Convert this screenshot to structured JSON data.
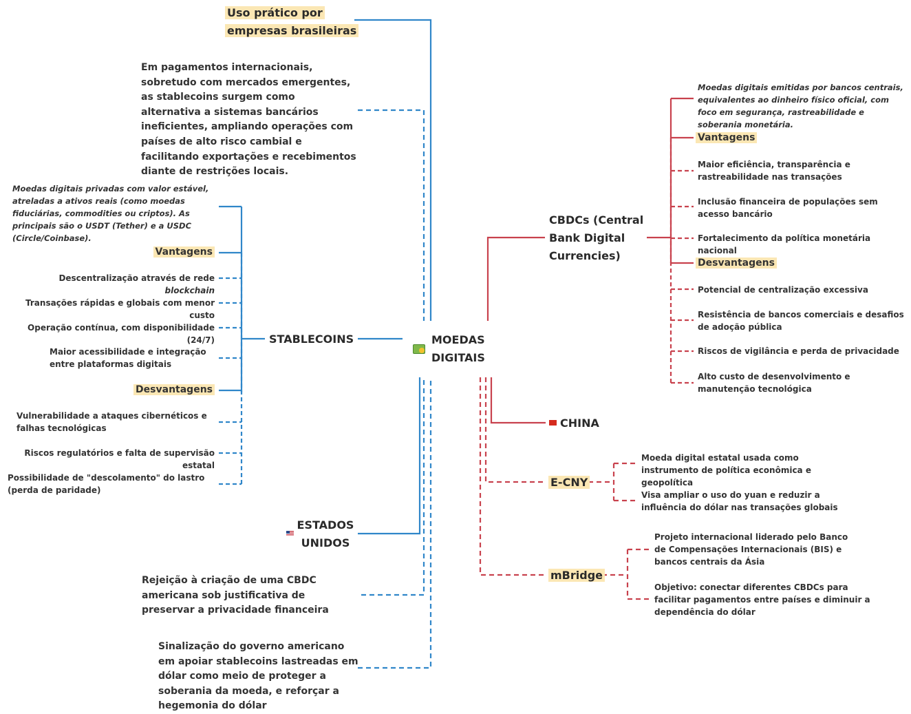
{
  "central": {
    "title_line1": "MOEDAS",
    "title_line2": "DIGITAIS"
  },
  "colors": {
    "blue": "#2f86c9",
    "red": "#c8414d",
    "highlight": "#fbe7b4"
  },
  "top": {
    "heading_line1": "Uso prático por",
    "heading_line2": "empresas brasileiras",
    "paragraph": "Em pagamentos internacionais, sobretudo com mercados emergentes, as stablecoins surgem como alternativa a sistemas bancários ineficientes, ampliando operações com países de alto risco cambial e facilitando exportações e recebimentos diante de restrições locais."
  },
  "stablecoins": {
    "label": "STABLECOINS",
    "description": "Moedas digitais privadas com valor estável, atreladas a ativos reais (como moedas fiduciárias, commodities ou criptos). As principais são o USDT (Tether) e a USDC (Circle/Coinbase).",
    "advantages_label": "Vantagens",
    "adv1_pre": "Descentralização através de rede",
    "adv1_em": "blockchain",
    "adv2": "Transações rápidas e globais com menor custo",
    "adv3": "Operação contínua, com disponibilidade (24/7)",
    "adv4": "Maior acessibilidade e integração entre plataformas digitais",
    "disadvantages_label": "Desvantagens",
    "dis1": "Vulnerabilidade a ataques cibernéticos e falhas tecnológicas",
    "dis2": "Riscos regulatórios e falta de supervisão estatal",
    "dis3": "Possibilidade de \"descolamento\" do lastro (perda de paridade)"
  },
  "usa": {
    "label_line1": "ESTADOS",
    "label_line2": "UNIDOS",
    "item1": "Rejeição à criação de uma CBDC americana sob justificativa de preservar a privacidade financeira",
    "item2": "Sinalização do governo americano em apoiar stablecoins lastreadas em dólar como meio de proteger a soberania da moeda, e reforçar a hegemonia do dólar"
  },
  "cbdc": {
    "label_line1": "CBDCs (Central",
    "label_line2": "Bank Digital",
    "label_line3": "Currencies)",
    "description": "Moedas digitais emitidas por bancos centrais, equivalentes ao dinheiro físico oficial, com foco em segurança, rastreabilidade e soberania monetária.",
    "advantages_label": "Vantagens",
    "adv1": "Maior eficiência, transparência e rastreabilidade nas transações",
    "adv2": "Inclusão financeira de populações sem acesso bancário",
    "adv3": "Fortalecimento da política monetária nacional",
    "disadvantages_label": "Desvantagens",
    "dis1": "Potencial de centralização excessiva",
    "dis2": "Resistência de bancos comerciais e desafios de adoção pública",
    "dis3": "Riscos de vigilância e perda de privacidade",
    "dis4": "Alto custo de desenvolvimento e manutenção tecnológica"
  },
  "china": {
    "label": "CHINA"
  },
  "ecny": {
    "label": "E-CNY",
    "item1": "Moeda digital estatal usada como instrumento de política econômica e geopolítica",
    "item2": "Visa ampliar o uso do yuan e reduzir a influência do dólar nas transações globais"
  },
  "mbridge": {
    "label": "mBridge",
    "item1": "Projeto internacional liderado pelo Banco de Compensações Internacionais (BIS) e bancos centrais da Ásia",
    "item2": "Objetivo: conectar diferentes CBDCs para facilitar pagamentos entre países e diminuir a dependência do dólar"
  }
}
